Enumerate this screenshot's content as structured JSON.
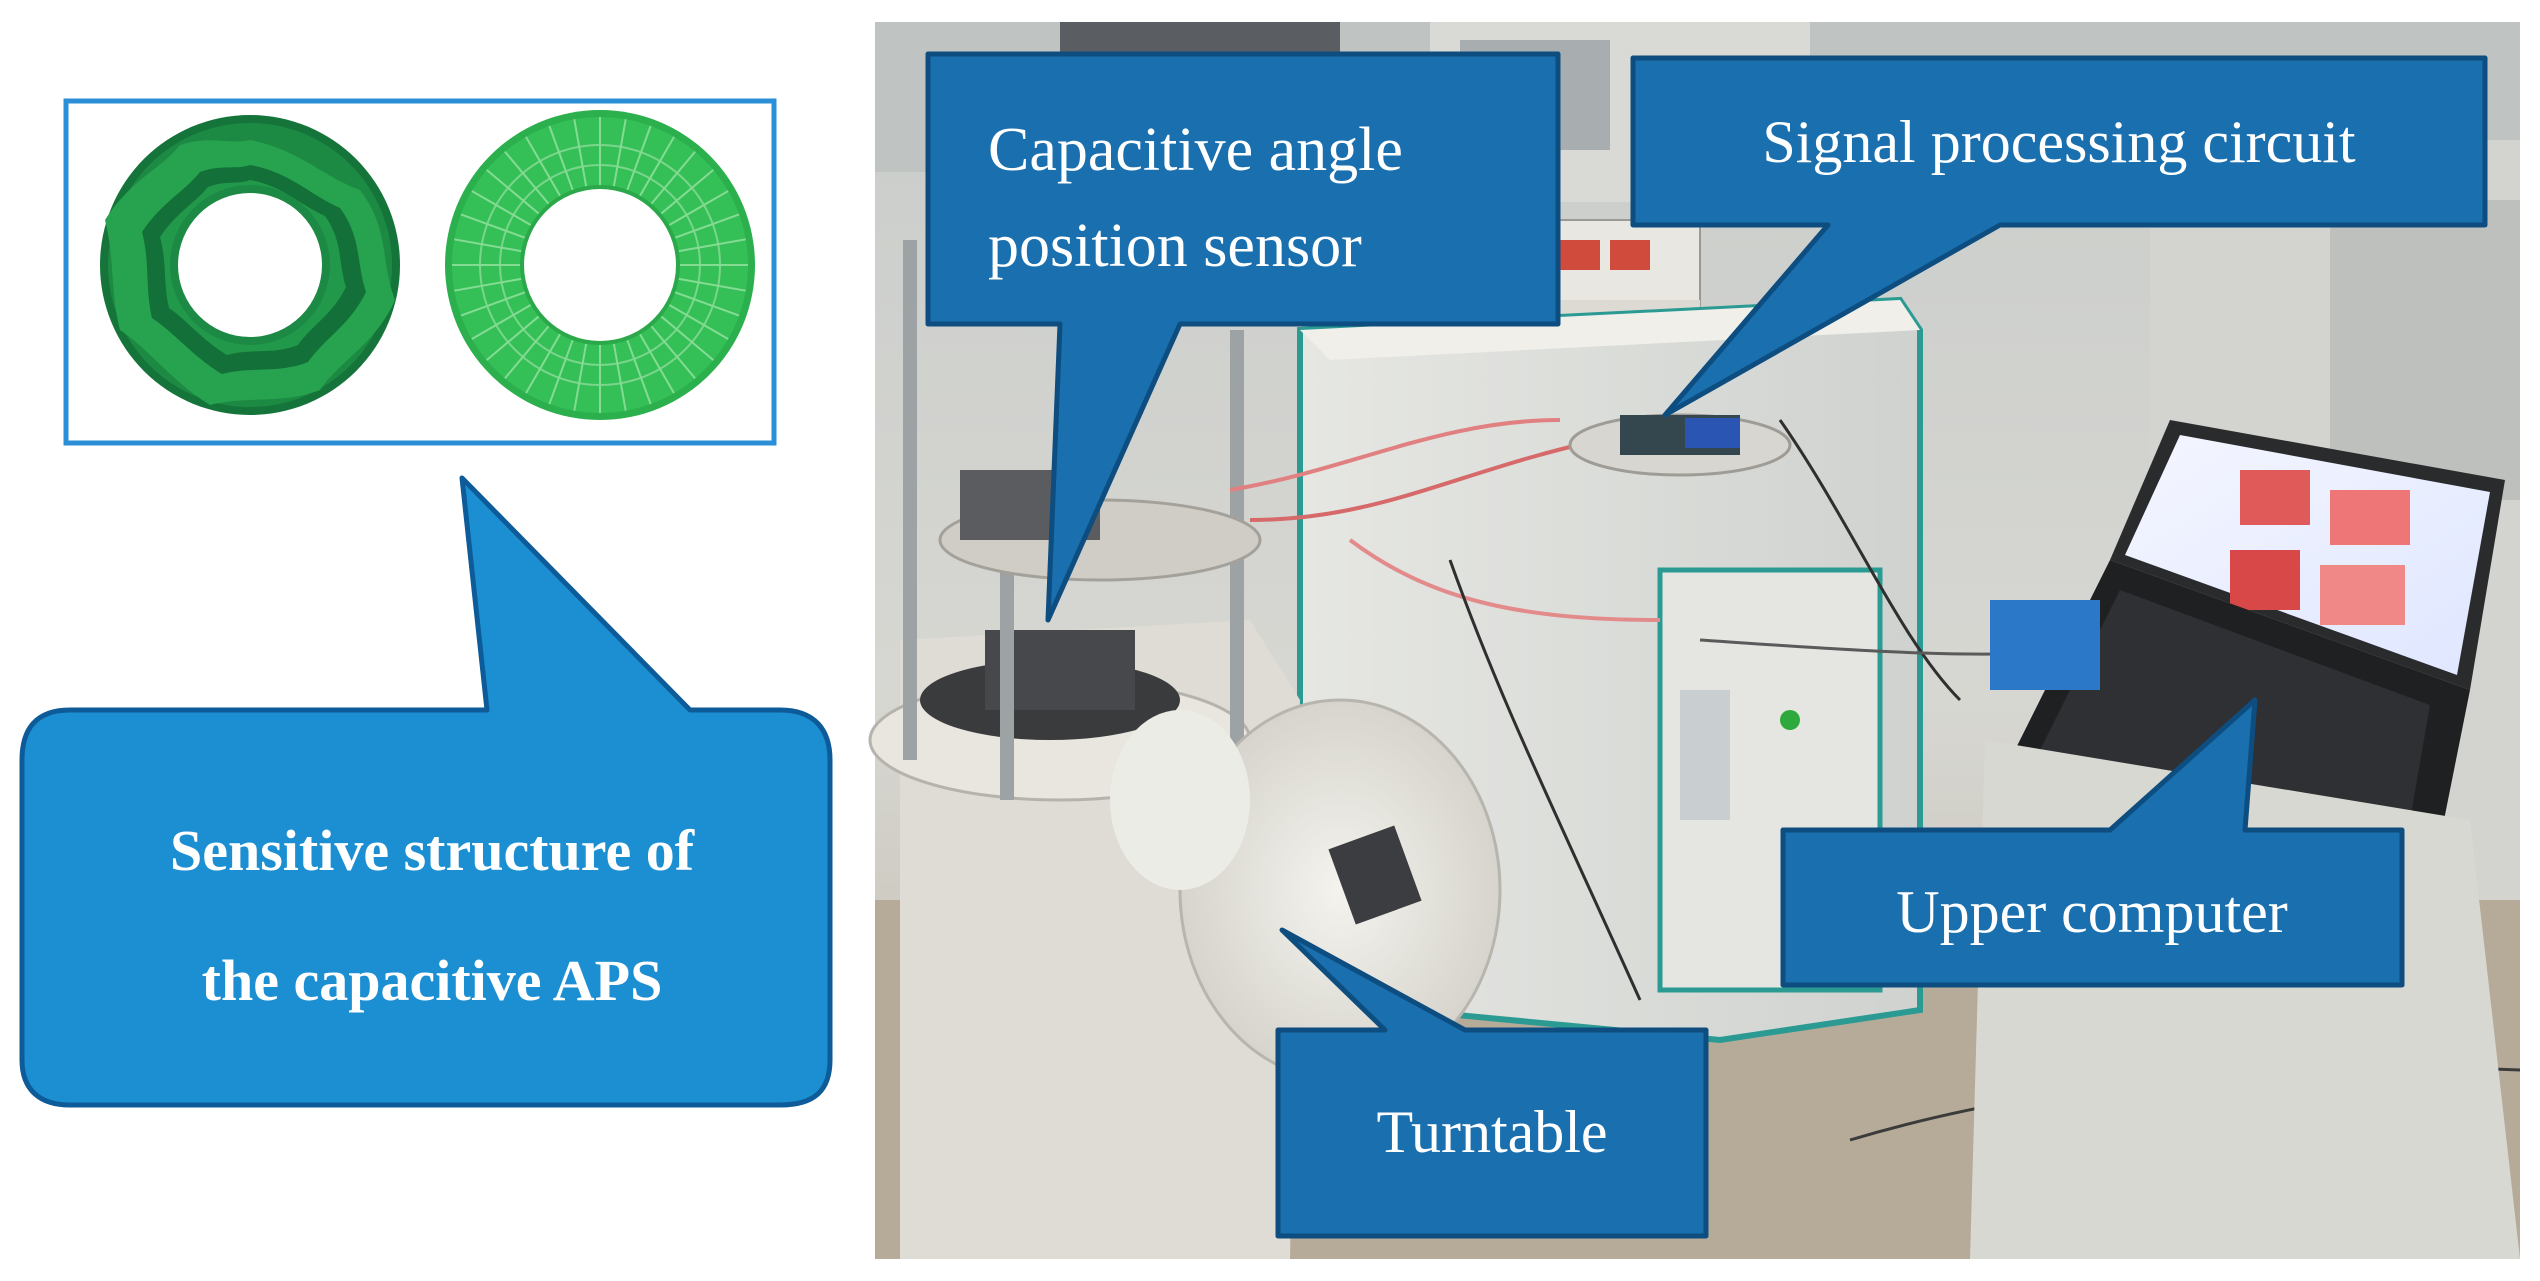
{
  "figure": {
    "callouts": {
      "aps_structure": {
        "line1": "Sensitive structure of",
        "line2": "the capacitive APS"
      },
      "sensor": {
        "line1": "Capacitive angle",
        "line2": "position sensor"
      },
      "circuit": {
        "label": "Signal processing circuit"
      },
      "computer": {
        "label": "Upper computer"
      },
      "turntable": {
        "label": "Turntable"
      }
    },
    "colors": {
      "callout_fill": "#1b8fd2",
      "callout_border": "#0d5c99",
      "callout_dark_fill": "#1a6fae",
      "pcb_green": "#2ea84a",
      "pcb_dark": "#116a30",
      "frame_blue": "#2a8fd6"
    }
  }
}
